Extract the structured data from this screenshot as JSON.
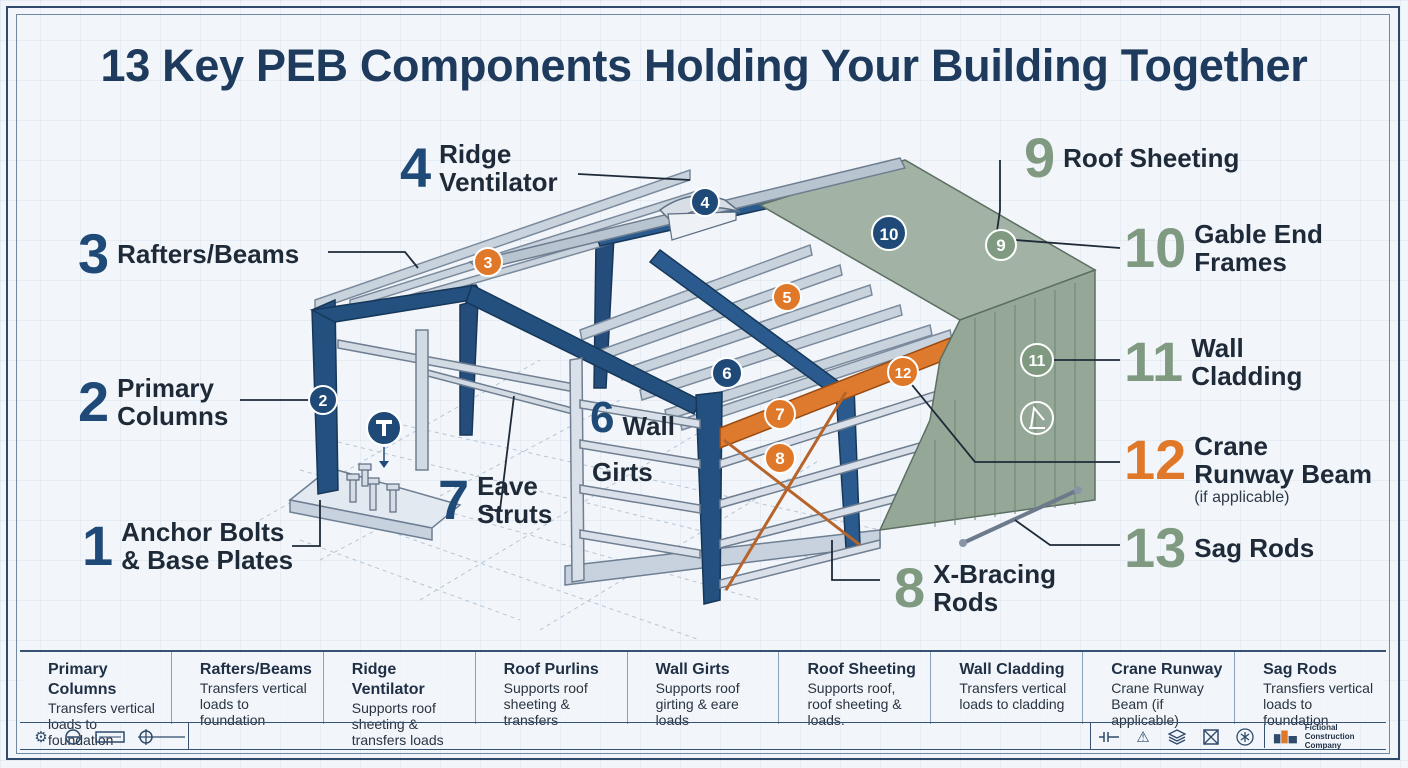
{
  "title": "13 Key PEB Components Holding Your Building Together",
  "colors": {
    "navy": "#1f4a78",
    "orange": "#e0782a",
    "green": "#7f9a80",
    "dark_text": "#1f2a38",
    "steel": "#c4cfdb",
    "cladding": "#95a898"
  },
  "callouts": [
    {
      "num": "1",
      "label": "Anchor Bolts\n& Base Plates",
      "color": "navy"
    },
    {
      "num": "2",
      "label": "Primary\nColumns",
      "color": "navy"
    },
    {
      "num": "3",
      "label": "Rafters/Beams",
      "color": "navy"
    },
    {
      "num": "4",
      "label": "Ridge\nVentilator",
      "color": "navy"
    },
    {
      "num": "6",
      "label": "Wall",
      "extra": "Girts",
      "color": "navy"
    },
    {
      "num": "7",
      "label": "Eave\nStruts",
      "color": "navy"
    },
    {
      "num": "8",
      "label": "X-Bracing\nRods",
      "color": "green"
    },
    {
      "num": "9",
      "label": "Roof Sheeting",
      "color": "green"
    },
    {
      "num": "10",
      "label": "Gable End\nFrames",
      "color": "green"
    },
    {
      "num": "11",
      "label": "Wall\nCladding",
      "color": "green"
    },
    {
      "num": "12",
      "label": "Crane\nRunway Beam",
      "sub": "(if applicable)",
      "color": "orange"
    },
    {
      "num": "13",
      "label": "Sag Rods",
      "color": "green"
    }
  ],
  "markers": [
    {
      "num": "2",
      "style": "navy"
    },
    {
      "num": "3",
      "style": "orange"
    },
    {
      "num": "4",
      "style": "navy"
    },
    {
      "num": "5",
      "style": "orange"
    },
    {
      "num": "6",
      "style": "navy"
    },
    {
      "num": "7",
      "style": "orange"
    },
    {
      "num": "8",
      "style": "orange"
    },
    {
      "num": "9",
      "style": "green"
    },
    {
      "num": "10",
      "style": "navy"
    },
    {
      "num": "11",
      "style": "green"
    },
    {
      "num": "12",
      "style": "orange"
    }
  ],
  "table": [
    {
      "title": "Primary Columns",
      "desc": "Transfers vertical loads to foundation"
    },
    {
      "title": "Rafters/Beams",
      "desc": "Transfers vertical loads to foundation"
    },
    {
      "title": "Ridge Ventilator",
      "desc": "Supports roof sheeting & transfers loads"
    },
    {
      "title": "Roof Purlins",
      "desc": "Supports roof sheeting & transfers"
    },
    {
      "title": "Wall Girts",
      "desc": "Supports roof girting & eare loads"
    },
    {
      "title": "Roof Sheeting",
      "desc": "Supports roof, roof sheeting & loads."
    },
    {
      "title": "Wall Cladding",
      "desc": "Transfers vertical loads to cladding"
    },
    {
      "title": "Crane Runway",
      "desc": "Crane  Runway Beam (if applicable)"
    },
    {
      "title": "Sag Rods",
      "desc": "Transfiers vertical loads to foundation"
    }
  ],
  "footer": {
    "left_icons": [
      "gear-icon",
      "circle-line-icon",
      "rectangle-icon",
      "crosshair-icon"
    ],
    "right_icons": [
      "resistor-icon",
      "warning-icon",
      "layers-icon",
      "box-x-icon",
      "asterisk-icon"
    ],
    "company": "Fictional\nConstruction Company"
  }
}
